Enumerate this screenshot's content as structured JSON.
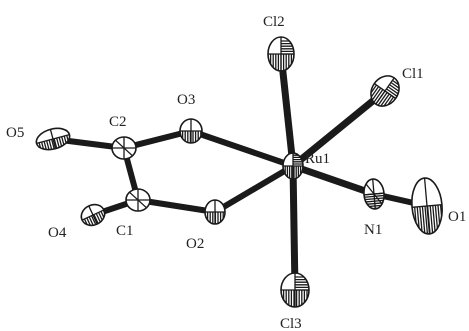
{
  "figure": {
    "atoms": [
      {
        "id": "Ru1",
        "label": "Ru1"
      },
      {
        "id": "Cl1",
        "label": "Cl1"
      },
      {
        "id": "Cl2",
        "label": "Cl2"
      },
      {
        "id": "Cl3",
        "label": "Cl3"
      },
      {
        "id": "N1",
        "label": "N1"
      },
      {
        "id": "O1",
        "label": "O1"
      },
      {
        "id": "O2",
        "label": "O2"
      },
      {
        "id": "O3",
        "label": "O3"
      },
      {
        "id": "O4",
        "label": "O4"
      },
      {
        "id": "O5",
        "label": "O5"
      },
      {
        "id": "C1",
        "label": "C1"
      },
      {
        "id": "C2",
        "label": "C2"
      }
    ],
    "bonds": [
      [
        "Ru1",
        "Cl1"
      ],
      [
        "Ru1",
        "Cl2"
      ],
      [
        "Ru1",
        "Cl3"
      ],
      [
        "Ru1",
        "N1"
      ],
      [
        "N1",
        "O1"
      ],
      [
        "Ru1",
        "O2"
      ],
      [
        "Ru1",
        "O3"
      ],
      [
        "O2",
        "C1"
      ],
      [
        "O3",
        "C2"
      ],
      [
        "C1",
        "C2"
      ],
      [
        "C1",
        "O4"
      ],
      [
        "C2",
        "O5"
      ]
    ],
    "colors": {
      "ink": "#1a1a1a",
      "fill": "#ffffff",
      "label": "#222222"
    }
  }
}
